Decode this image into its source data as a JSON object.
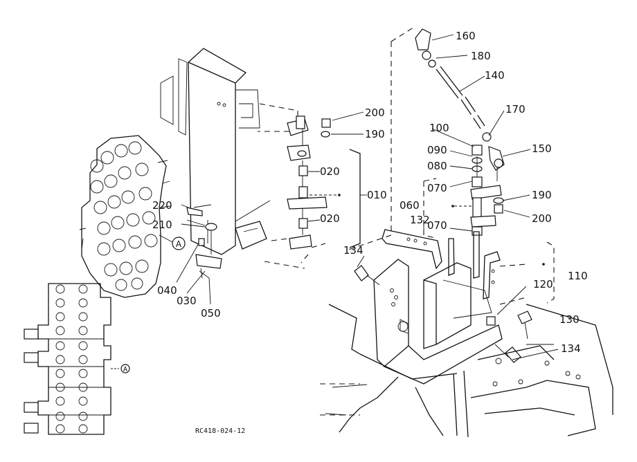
{
  "diagram": {
    "reference_code": "RC418-024-12",
    "callout_letter": "A",
    "part_numbers": [
      "010",
      "020",
      "030",
      "040",
      "050",
      "060",
      "070",
      "080",
      "090",
      "100",
      "110",
      "120",
      "130",
      "132",
      "134",
      "140",
      "150",
      "160",
      "170",
      "180",
      "190",
      "200",
      "210",
      "220"
    ]
  },
  "labels": [
    {
      "id": "160",
      "text": "160"
    },
    {
      "id": "180",
      "text": "180"
    },
    {
      "id": "140",
      "text": "140"
    },
    {
      "id": "200a",
      "text": "200"
    },
    {
      "id": "190a",
      "text": "190"
    },
    {
      "id": "170",
      "text": "170"
    },
    {
      "id": "100",
      "text": "100"
    },
    {
      "id": "150",
      "text": "150"
    },
    {
      "id": "090",
      "text": "090"
    },
    {
      "id": "080",
      "text": "080"
    },
    {
      "id": "020a",
      "text": "020"
    },
    {
      "id": "010",
      "text": "010"
    },
    {
      "id": "070a",
      "text": "070"
    },
    {
      "id": "190b",
      "text": "190"
    },
    {
      "id": "060",
      "text": "060"
    },
    {
      "id": "200b",
      "text": "200"
    },
    {
      "id": "220",
      "text": "220"
    },
    {
      "id": "210",
      "text": "210"
    },
    {
      "id": "020b",
      "text": "020"
    },
    {
      "id": "132",
      "text": "132"
    },
    {
      "id": "070b",
      "text": "070"
    },
    {
      "id": "134a",
      "text": "134"
    },
    {
      "id": "110",
      "text": "110"
    },
    {
      "id": "120",
      "text": "120"
    },
    {
      "id": "040",
      "text": "040"
    },
    {
      "id": "030",
      "text": "030"
    },
    {
      "id": "130",
      "text": "130"
    },
    {
      "id": "050",
      "text": "050"
    },
    {
      "id": "134b",
      "text": "134"
    }
  ]
}
